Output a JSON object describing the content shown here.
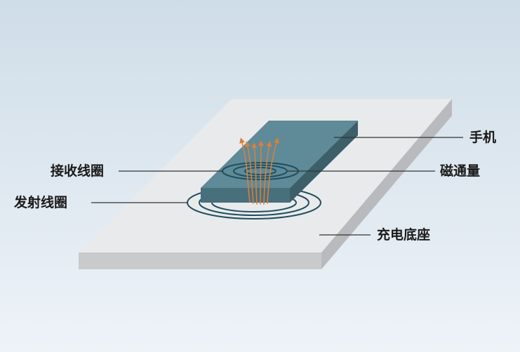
{
  "labels": {
    "phone": "手机",
    "receiver_coil": "接收线圈",
    "magnetic_flux": "磁通量",
    "transmitter_coil": "发射线圈",
    "charging_base": "充电底座"
  },
  "colors": {
    "background_top": "#cfdde8",
    "background_bottom": "#eef3f8",
    "base_top": "#e9eaec",
    "base_front": "#c9cacc",
    "base_side": "#b9babd",
    "phone_top": "#5f8a98",
    "phone_front": "#486f7c",
    "phone_side": "#3c5f6a",
    "coil": "#1f4f5e",
    "flux": "#d9803b",
    "leader_line": "#333333"
  }
}
